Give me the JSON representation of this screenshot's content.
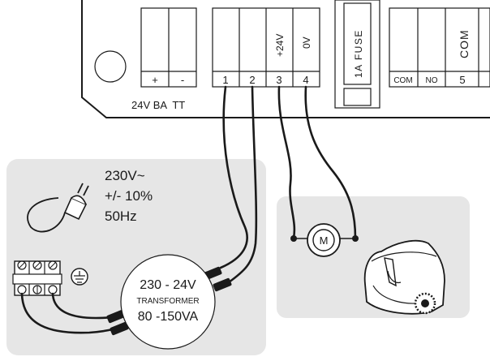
{
  "board": {
    "group_label": "24V BA  TT",
    "terminals_left": [
      "+",
      "-"
    ],
    "terminals_main": [
      "1",
      "2",
      "3",
      "4"
    ],
    "terminal_top_labels": [
      "+24V",
      "0V"
    ],
    "fuse_label": "1A FUSE",
    "relay_terminals": [
      "COM",
      "NO",
      "5"
    ],
    "relay_top_label": "COM"
  },
  "mains": {
    "voltage": "230V~",
    "tolerance": "+/- 10%",
    "frequency": "50Hz"
  },
  "transformer": {
    "ratio": "230 - 24V",
    "name": "TRANSFORMER",
    "power": "80 -150VA"
  },
  "motor": {
    "symbol": "M"
  },
  "colors": {
    "panel": "#e6e6e6",
    "line": "#1a1a1a",
    "background": "#ffffff"
  }
}
